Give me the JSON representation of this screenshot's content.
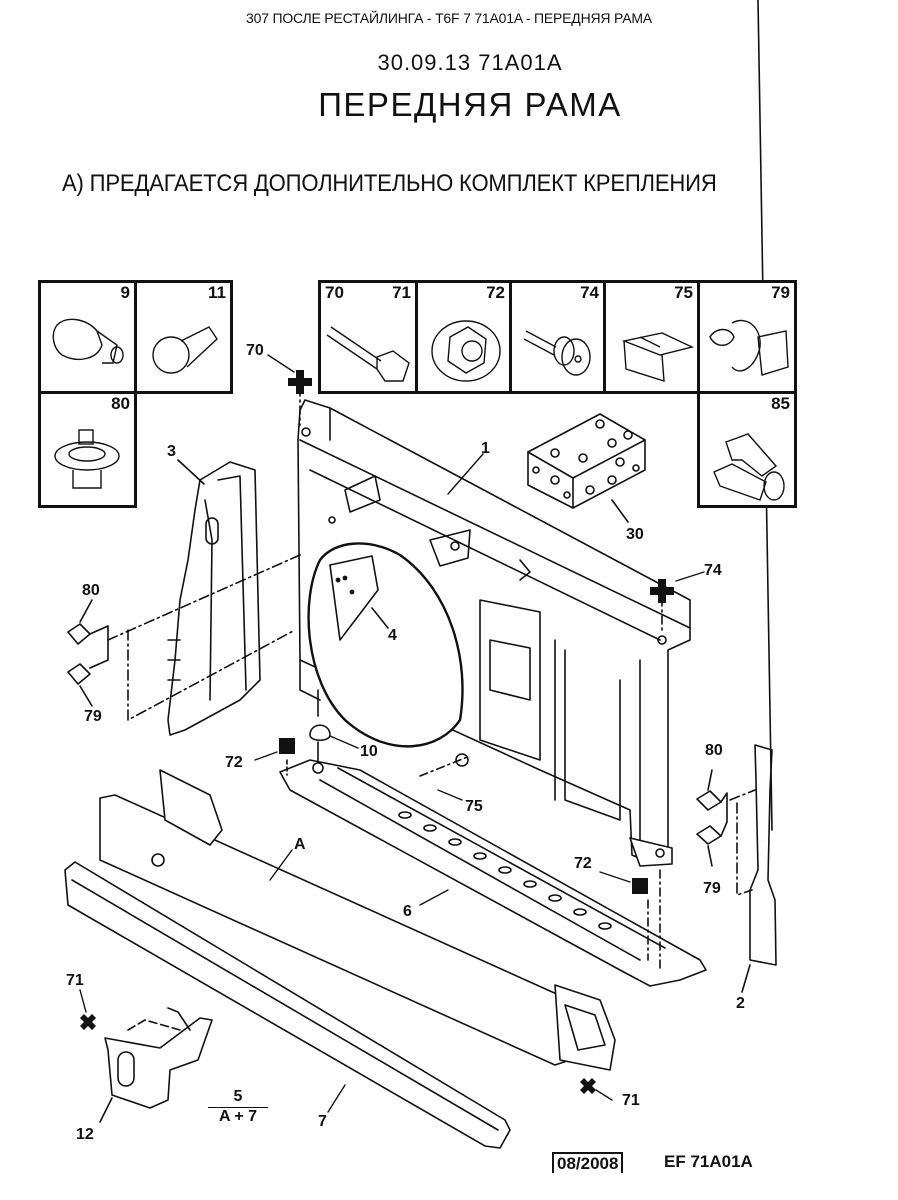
{
  "header": {
    "breadcrumb": "307 ПОСЛЕ РЕСТАЙЛИНГА - T6F 7 71A01A - ПЕРЕДНЯЯ РАМА",
    "code": "30.09.13 71A01A",
    "title": "ПЕРЕДНЯЯ РАМА",
    "note": "А) ПРЕДАГАЕТСЯ ДОПОЛНИТЕЛЬНО КОМПЛЕКТ КРЕПЛЕНИЯ"
  },
  "fastener_legend": [
    {
      "id": "9",
      "icon": "plug-icon"
    },
    {
      "id": "11",
      "icon": "ball-plug-icon"
    },
    {
      "id": "80",
      "icon": "push-clip-icon"
    },
    {
      "id_left": "70",
      "id": "71",
      "icon": "bolt-icon"
    },
    {
      "id": "72",
      "icon": "flange-nut-icon"
    },
    {
      "id": "74",
      "icon": "stud-bolt-icon"
    },
    {
      "id": "75",
      "icon": "spring-clip-icon"
    },
    {
      "id": "79",
      "icon": "clip-fastener-icon"
    },
    {
      "id": "85",
      "icon": "bracket-clip-icon"
    }
  ],
  "callouts": {
    "c70": "70",
    "c1": "1",
    "c3": "3",
    "c30": "30",
    "c74": "74",
    "c80_left": "80",
    "c79_left": "79",
    "c4": "4",
    "c72_left": "72",
    "c10": "10",
    "c75": "75",
    "cA": "A",
    "c6": "6",
    "c72_right": "72",
    "c80_right": "80",
    "c79_right": "79",
    "c2": "2",
    "c71_left": "71",
    "c12": "12",
    "c7": "7",
    "c71_right": "71"
  },
  "fraction": {
    "numerator": "5",
    "denominator": "A + 7"
  },
  "footer": {
    "date": "08/2008",
    "reference": "EF 71A01A"
  }
}
